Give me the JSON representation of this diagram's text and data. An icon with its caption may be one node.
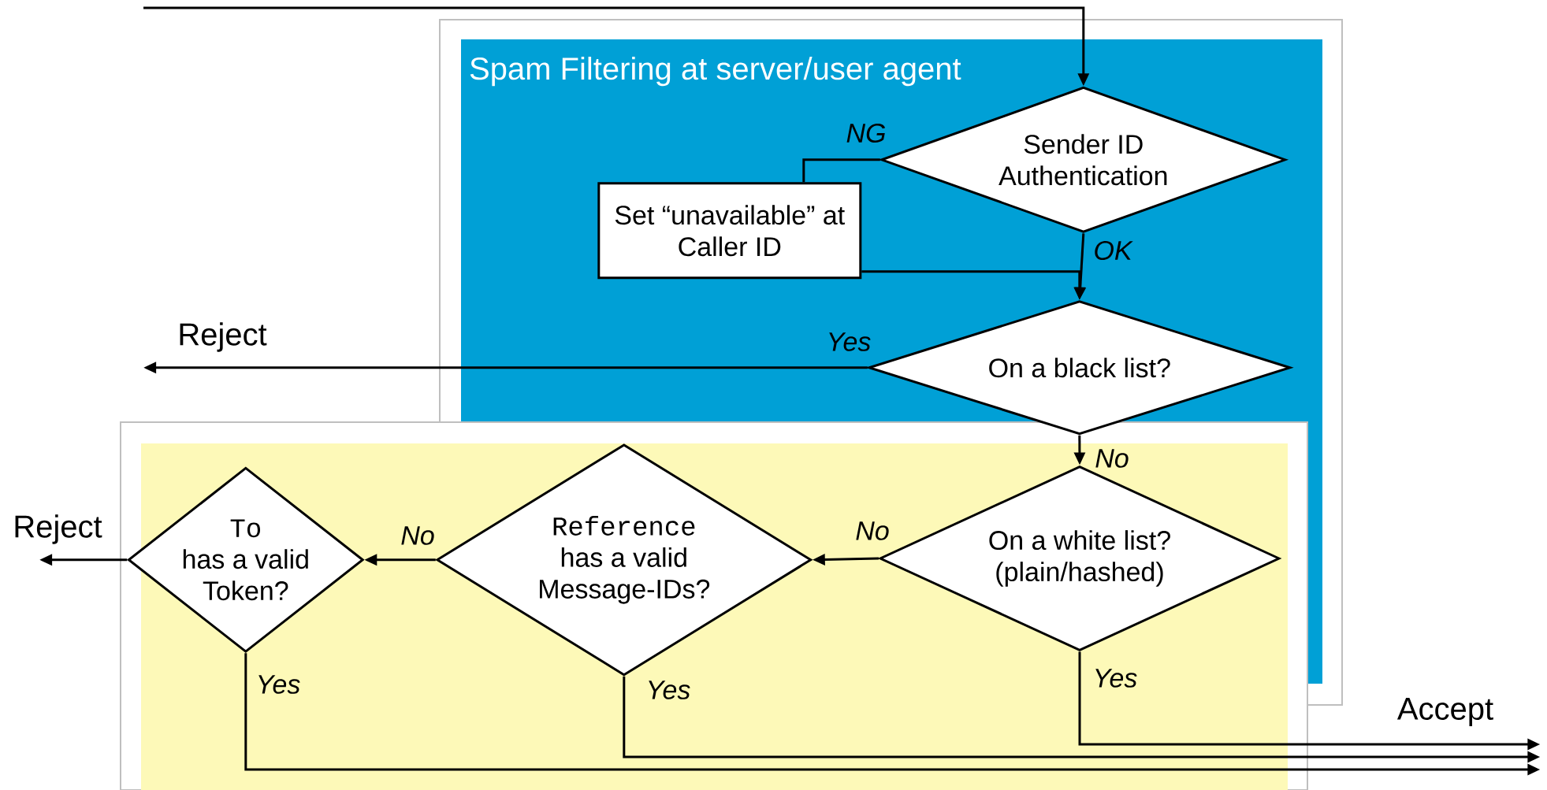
{
  "diagram": {
    "nodes": [
      {
        "text": [
          "Spam Filtering at server/user agent"
        ]
      },
      {
        "text": [
          "Sender ID Authentication"
        ],
        "in": 0
      },
      {
        "text": [
          "Set “unavailable” at Caller ID"
        ],
        "in": 0
      },
      {
        "text": [
          "On a black list?"
        ],
        "in": 0
      },
      {
        "text": [],
        "shape": "box"
      },
      {
        "text": [
          "On a white list? (plain/hashed)"
        ]
      },
      {
        "text": [
          "Reference",
          "has a valid Message-IDs?"
        ],
        "in": 4
      },
      {
        "text": [
          "To",
          "has a valid Token?"
        ],
        "in": 4
      },
      {
        "text": [
          "Reject"
        ]
      },
      {
        "text": [
          "Reject"
        ]
      },
      {
        "text": [
          "Accept"
        ]
      }
    ],
    "edges": [
      {
        "from": null,
        "to": 1,
        "arrow": "to"
      },
      {
        "from": 1,
        "to": 2,
        "arrow": "none",
        "label": "NG"
      },
      {
        "from": 1,
        "to": 3,
        "arrow": "to",
        "label": "OK"
      },
      {
        "from": 2,
        "to": 3,
        "arrow": "to"
      },
      {
        "from": 3,
        "to": 8,
        "arrow": "to",
        "label": "Yes"
      },
      {
        "from": 3,
        "to": 5,
        "arrow": "to",
        "label": "No"
      },
      {
        "from": 5,
        "to": 6,
        "arrow": "to",
        "label": "No"
      },
      {
        "from": 6,
        "to": 7,
        "arrow": "to",
        "label": "No"
      },
      {
        "from": 7,
        "to": 9,
        "arrow": "to"
      },
      {
        "from": 5,
        "to": 10,
        "arrow": "to",
        "label": "Yes"
      },
      {
        "from": 6,
        "to": 10,
        "arrow": "to",
        "label": "Yes"
      },
      {
        "from": 7,
        "to": 10,
        "arrow": "to",
        "label": "Yes"
      }
    ]
  }
}
